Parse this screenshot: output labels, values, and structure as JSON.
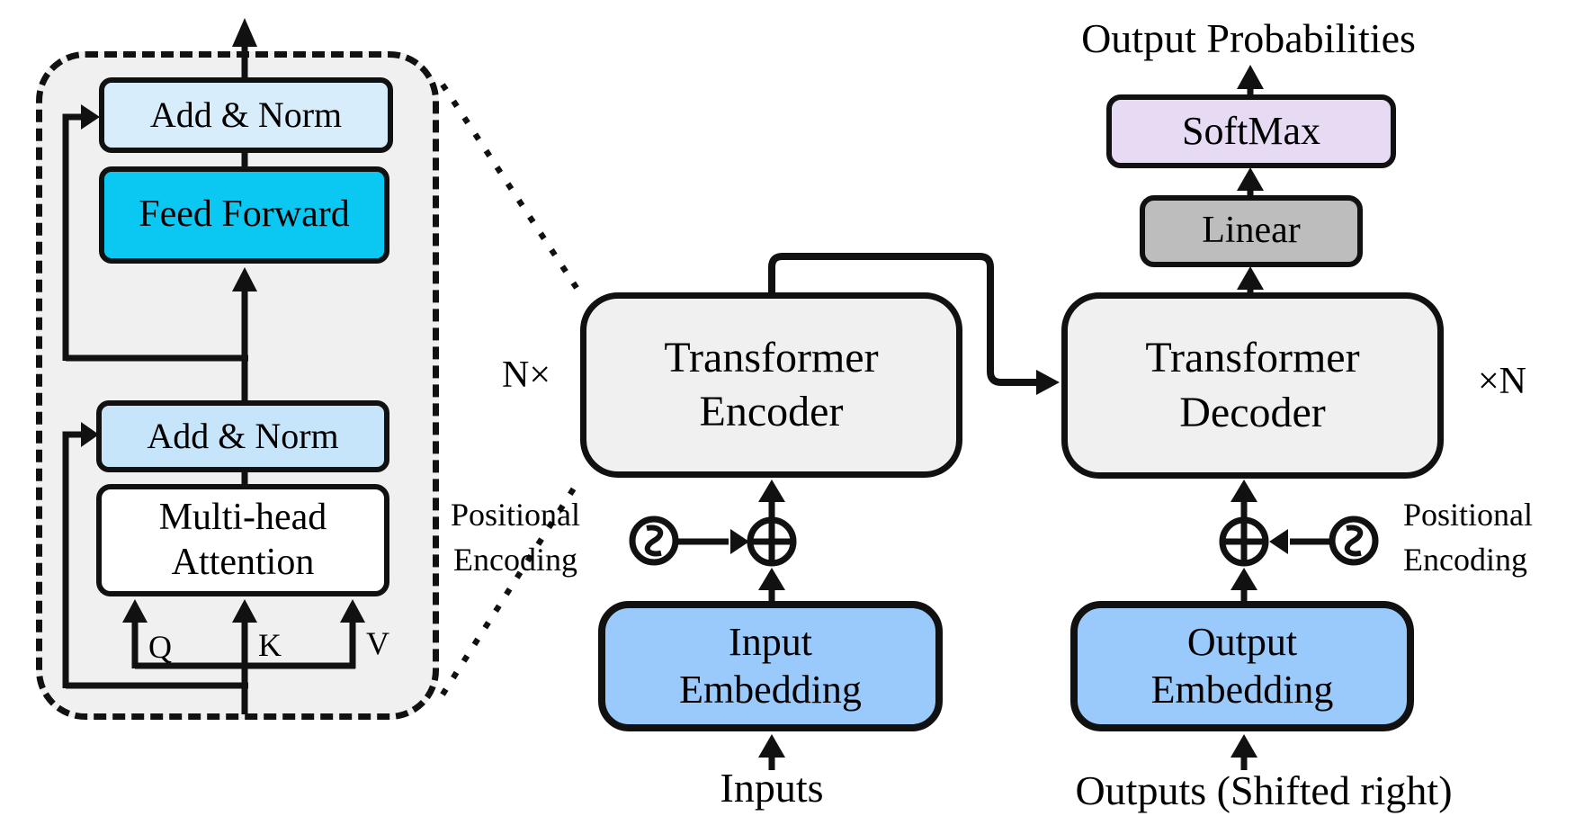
{
  "title": "Transformer encoder-decoder architecture diagram",
  "detail_panel": {
    "add_norm_top": "Add & Norm",
    "feed_forward": "Feed Forward",
    "add_norm_bottom": "Add & Norm",
    "attention_line1": "Multi-head",
    "attention_line2": "Attention",
    "query_label": "Q",
    "key_label": "K",
    "value_label": "V"
  },
  "encoder": {
    "label_line1": "Transformer",
    "label_line2": "Encoder",
    "repeat_label": "N×"
  },
  "decoder": {
    "label_line1": "Transformer",
    "label_line2": "Decoder",
    "repeat_label": "×N"
  },
  "output_head": {
    "output_probabilities": "Output Probabilities",
    "softmax": "SoftMax",
    "linear": "Linear"
  },
  "io": {
    "input_embedding_line1": "Input",
    "input_embedding_line2": "Embedding",
    "output_embedding_line1": "Output",
    "output_embedding_line2": "Embedding",
    "inputs_label": "Inputs",
    "outputs_label": "Outputs (Shifted right)"
  },
  "positional_encoding_left": {
    "line1": "Positional",
    "line2": "Encoding"
  },
  "positional_encoding_right": {
    "line1": "Positional",
    "line2": "Encoding"
  },
  "colors": {
    "background": "#ffffff",
    "line": "#111111",
    "panel_fill": "#f0f0f0",
    "block_fill": "#f0f0f0",
    "add_norm_top_fill": "#d7edfc",
    "add_norm_bottom_fill": "#c6e4fa",
    "feed_forward_fill": "#0bc8f2",
    "attention_fill": "#ffffff",
    "embedding_fill": "#9acafc",
    "softmax_fill": "#e7daf3",
    "linear_fill": "#bdbdbd"
  }
}
